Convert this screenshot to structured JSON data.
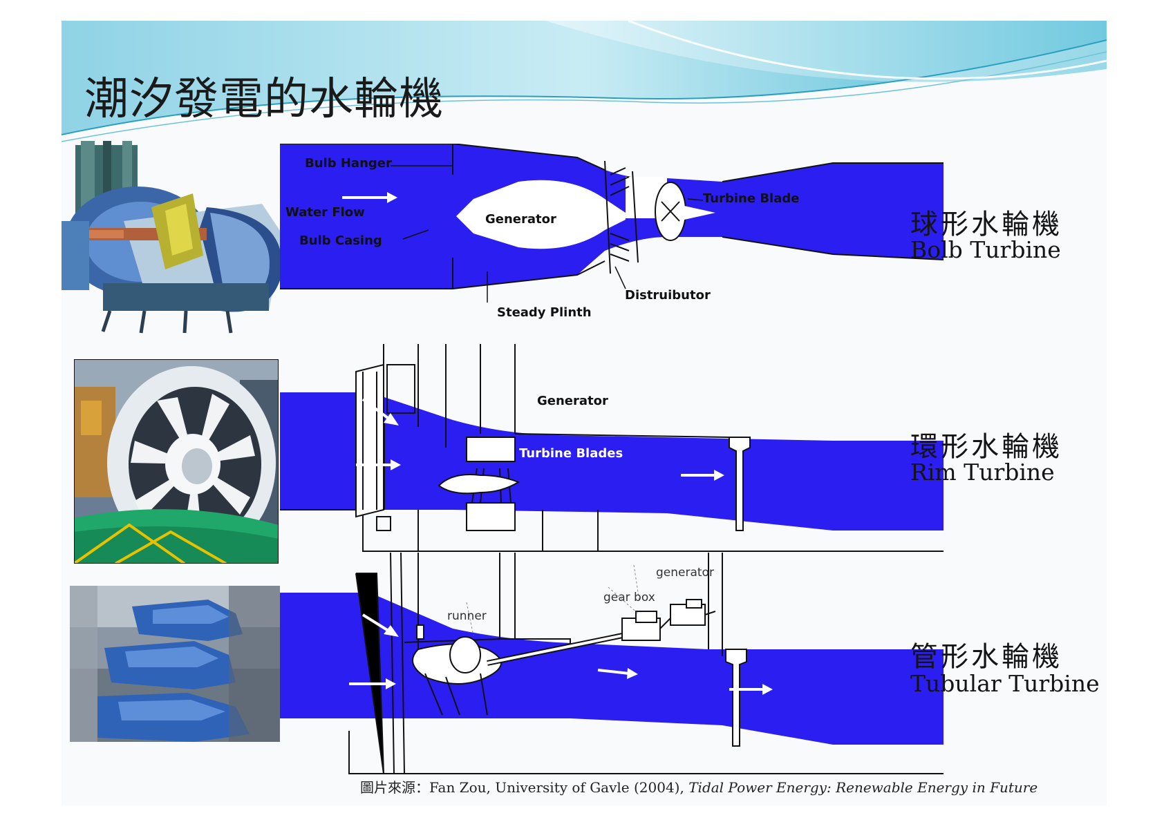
{
  "slide": {
    "title": "潮汐發電的水輪機",
    "source": {
      "prefix": "圖片來源：Fan Zou, University of Gavle (2004), ",
      "title": "Tidal Power Energy: Renewable Energy in Future"
    }
  },
  "turbines": [
    {
      "name_cn": "球形水輪機",
      "name_en": "Bolb Turbine",
      "labels": {
        "bulb_hanger": "Bulb Hanger",
        "water_flow": "Water Flow",
        "bulb_casing": "Bulb Casing",
        "generator": "Generator",
        "turbine_blade": "Turbine Blade",
        "distributor": "Distruibutor",
        "steady_plinth": "Steady Plinth"
      }
    },
    {
      "name_cn": "環形水輪機",
      "name_en": "Rim Turbine",
      "labels": {
        "generator": "Generator",
        "turbine_blades": "Turbine Blades"
      }
    },
    {
      "name_cn": "管形水輪機",
      "name_en": "Tubular Turbine",
      "labels": {
        "generator": "generator",
        "gear_box": "gear box",
        "runner": "runner"
      }
    }
  ],
  "colors": {
    "water": "#2b1ef0",
    "banner_light": "#bfe6f0",
    "banner_dark": "#2aa0c0"
  }
}
